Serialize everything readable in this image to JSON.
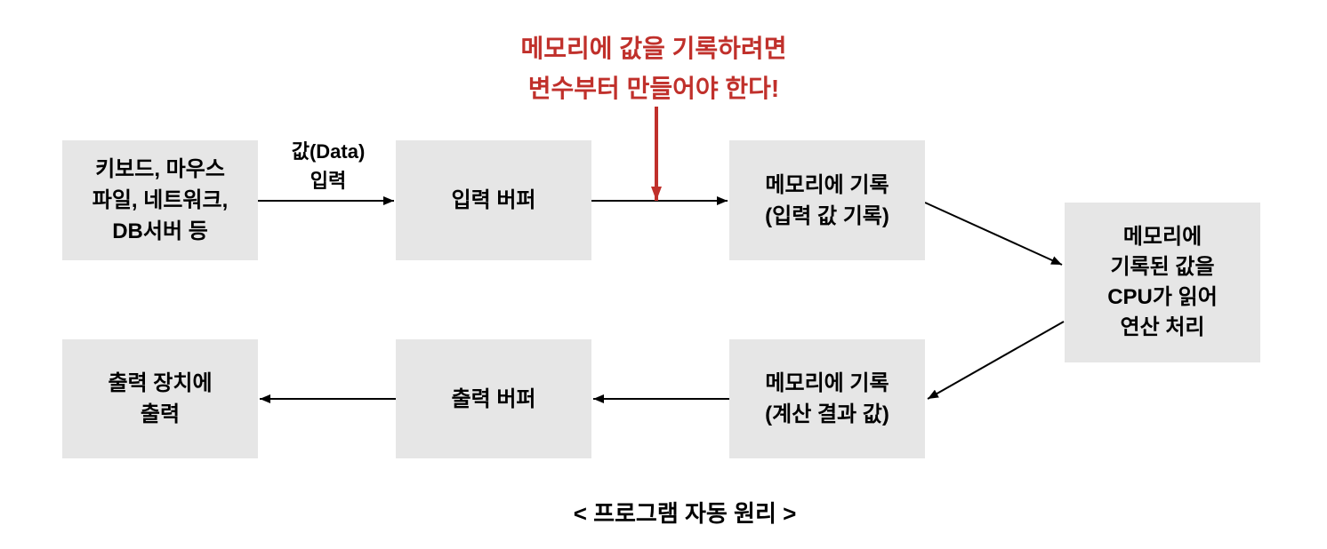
{
  "annotation": {
    "line1": "메모리에 값을 기록하려면",
    "line2": "변수부터 만들어야 한다!",
    "color": "#c0302b"
  },
  "nodes": {
    "input_sources": [
      "키보드, 마우스",
      "파일, 네트워크,",
      "DB서버 등"
    ],
    "input_buffer": [
      "입력 버퍼"
    ],
    "memory_write_input": [
      "메모리에 기록",
      "(입력 값 기록)"
    ],
    "cpu_process": [
      "메모리에",
      "기록된 값을",
      "CPU가 읽어",
      "연산 처리"
    ],
    "memory_write_result": [
      "메모리에 기록",
      "(계산 결과 값)"
    ],
    "output_buffer": [
      "출력 버퍼"
    ],
    "output_device": [
      "출력 장치에",
      "출력"
    ]
  },
  "edges": {
    "data_input_label": [
      "값(Data)",
      "입력"
    ]
  },
  "caption": "< 프로그램 자동 원리 >",
  "colors": {
    "box": "#e6e6e6",
    "text": "#000000",
    "accent": "#c0302b"
  }
}
